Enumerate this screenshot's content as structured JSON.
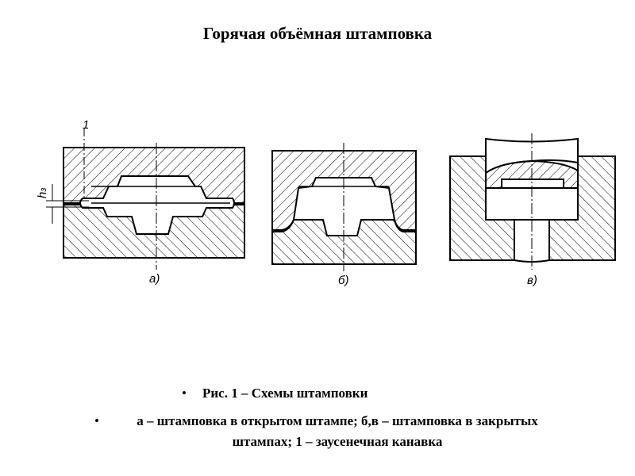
{
  "slide": {
    "title": "Горячая объёмная штамповка"
  },
  "figure": {
    "labels": {
      "a": "а)",
      "b": "б)",
      "v": "в)"
    },
    "callout_1": "1",
    "dimension": "h",
    "dimension_sub": "з"
  },
  "bullets": [
    {
      "text": "Рис. 1 – Схемы штамповки"
    },
    {
      "text": "а – штамповка в открытом штампе; б,в – штамповка в закрытых штампах; 1 – заусенечная канавка"
    }
  ],
  "icons": {
    "bullet": "•"
  }
}
